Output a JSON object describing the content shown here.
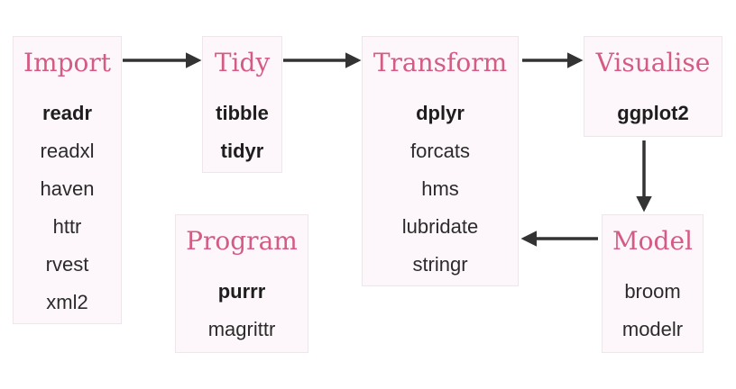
{
  "stages": {
    "import": {
      "title": "Import",
      "packages": [
        "readr",
        "readxl",
        "haven",
        "httr",
        "rvest",
        "xml2"
      ]
    },
    "tidy": {
      "title": "Tidy",
      "packages": [
        "tibble",
        "tidyr"
      ]
    },
    "transform": {
      "title": "Transform",
      "packages": [
        "dplyr",
        "forcats",
        "hms",
        "lubridate",
        "stringr"
      ]
    },
    "visualise": {
      "title": "Visualise",
      "packages": [
        "ggplot2"
      ]
    },
    "model": {
      "title": "Model",
      "packages": [
        "broom",
        "modelr"
      ]
    },
    "program": {
      "title": "Program",
      "packages": [
        "purrr",
        "magrittr"
      ]
    }
  },
  "colors": {
    "title": "#d45b83",
    "box_bg": "#fdf7fb",
    "arrow": "#333333"
  }
}
